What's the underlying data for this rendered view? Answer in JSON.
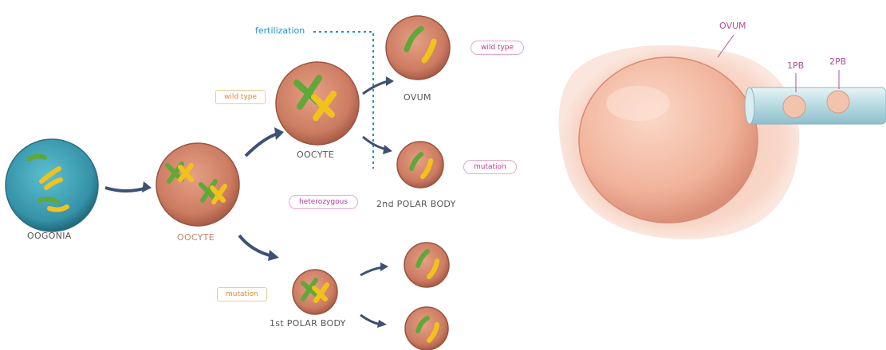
{
  "left": {
    "oogonia_label": "OOGONIA",
    "primary_oocyte_label": "OOCYTE",
    "secondary_oocyte_label": "OOCYTE",
    "ovum_label": "OVUM",
    "second_polar_body_label": "2nd POLAR BODY",
    "first_polar_body_label": "1st POLAR BODY",
    "fertilization_label": "fertilization",
    "tags": {
      "wild_type_oocyte": "wild type",
      "wild_type_ovum": "wild type",
      "mutation_2pb": "mutation",
      "heterozygous": "heterozygous",
      "mutation_1pb": "mutation"
    }
  },
  "right": {
    "ovum_label": "OVUM",
    "pb1_label": "1PB",
    "pb2_label": "2PB"
  },
  "colors": {
    "arrow": "#3d5174",
    "cell_fill": "#d4846a",
    "oogonia_fill": "#3c9bb0",
    "chrom_green": "#5fa83a",
    "chrom_yellow": "#f2c21c",
    "fertilization": "#1f8fd6",
    "tag_orange": "#f3c79a",
    "tag_pink": "#e7a6c9"
  }
}
